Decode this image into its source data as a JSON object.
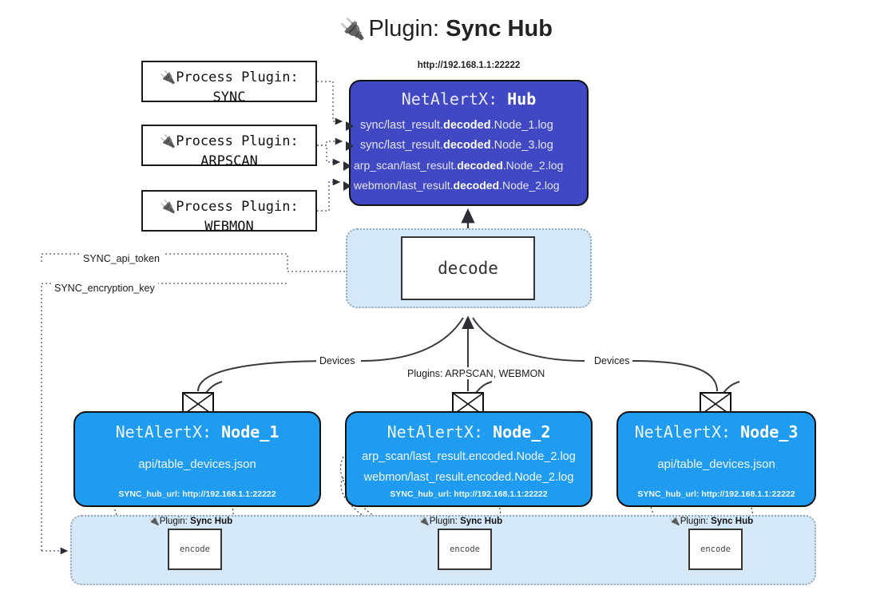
{
  "title": {
    "icon": "plug-icon",
    "prefix": "Plugin:",
    "name": "Sync Hub",
    "plug_glyph": "🔌"
  },
  "process_plugins": [
    {
      "heading": "Process Plugin:",
      "name": "SYNC"
    },
    {
      "heading": "Process Plugin:",
      "name": "ARPSCAN"
    },
    {
      "heading": "Process Plugin:",
      "name": "WEBMON"
    }
  ],
  "hub": {
    "url": "http://192.168.1.1:22222",
    "title_prefix": "NetAlertX:",
    "title_name": "Hub",
    "logs": [
      {
        "pre": "sync/last_result.",
        "mid": "decoded",
        "post": ".Node_1.log"
      },
      {
        "pre": "sync/last_result.",
        "mid": "decoded",
        "post": ".Node_3.log"
      },
      {
        "pre": "arp_scan/last_result.",
        "mid": "decoded",
        "post": ".Node_2.log"
      },
      {
        "pre": "webmon/last_result.",
        "mid": "decoded",
        "post": ".Node_2.log"
      }
    ]
  },
  "decode": {
    "label": "decode"
  },
  "secrets": [
    {
      "label": "SYNC_api_token"
    },
    {
      "label": "SYNC_encryption_key"
    }
  ],
  "edge_labels": {
    "left_devices": "Devices",
    "center_plugins": "Plugins: ARPSCAN, WEBMON",
    "right_devices": "Devices"
  },
  "nodes": [
    {
      "title_prefix": "NetAlertX:",
      "title_name": "Node_1",
      "lines": [
        "api/table_devices.json"
      ],
      "hub_url_label": "SYNC_hub_url: http://192.168.1.1:22222"
    },
    {
      "title_prefix": "NetAlertX:",
      "title_name": "Node_2",
      "lines": [
        "arp_scan/last_result.encoded.Node_2.log",
        "webmon/last_result.encoded.Node_2.log"
      ],
      "hub_url_label": "SYNC_hub_url: http://192.168.1.1:22222"
    },
    {
      "title_prefix": "NetAlertX:",
      "title_name": "Node_3",
      "lines": [
        "api/table_devices.json"
      ],
      "hub_url_label": "SYNC_hub_url: http://192.168.1.1:22222"
    }
  ],
  "encoders": [
    {
      "tag_prefix": "Plugin:",
      "tag_name": "Sync Hub",
      "label": "encode"
    },
    {
      "tag_prefix": "Plugin:",
      "tag_name": "Sync Hub",
      "label": "encode"
    },
    {
      "tag_prefix": "Plugin:",
      "tag_name": "Sync Hub",
      "label": "encode"
    }
  ],
  "colors": {
    "hub_fill": "#4048c4",
    "node_fill": "#1f9bf0",
    "container_fill": "#d5e8f8",
    "stroke": "#111111"
  }
}
